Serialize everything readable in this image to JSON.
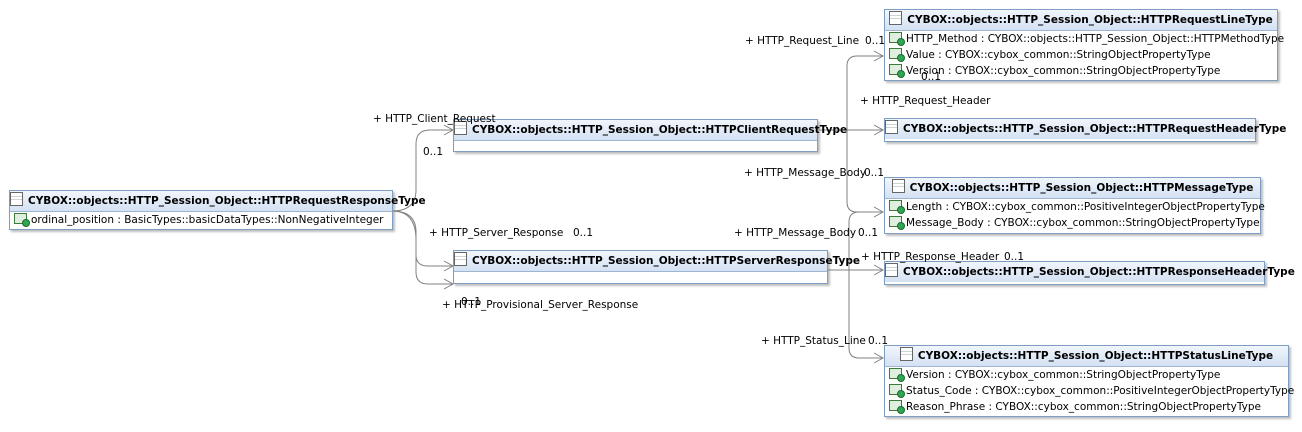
{
  "classes": {
    "request_response": {
      "name": "CYBOX::objects::HTTP_Session_Object::HTTPRequestResponseType",
      "attributes": [
        "ordinal_position : BasicTypes::basicDataTypes::NonNegativeInteger"
      ]
    },
    "client_request": {
      "name": "CYBOX::objects::HTTP_Session_Object::HTTPClientRequestType",
      "attributes": []
    },
    "server_response": {
      "name": "CYBOX::objects::HTTP_Session_Object::HTTPServerResponseType",
      "attributes": []
    },
    "request_line": {
      "name": "CYBOX::objects::HTTP_Session_Object::HTTPRequestLineType",
      "attributes": [
        "HTTP_Method : CYBOX::objects::HTTP_Session_Object::HTTPMethodType",
        "Value : CYBOX::cybox_common::StringObjectPropertyType",
        "Version : CYBOX::cybox_common::StringObjectPropertyType"
      ]
    },
    "request_header": {
      "name": "CYBOX::objects::HTTP_Session_Object::HTTPRequestHeaderType",
      "attributes": []
    },
    "message": {
      "name": "CYBOX::objects::HTTP_Session_Object::HTTPMessageType",
      "attributes": [
        "Length : CYBOX::cybox_common::PositiveIntegerObjectPropertyType",
        "Message_Body : CYBOX::cybox_common::StringObjectPropertyType"
      ]
    },
    "response_header": {
      "name": "CYBOX::objects::HTTP_Session_Object::HTTPResponseHeaderType",
      "attributes": []
    },
    "status_line": {
      "name": "CYBOX::objects::HTTP_Session_Object::HTTPStatusLineType",
      "attributes": [
        "Version : CYBOX::cybox_common::StringObjectPropertyType",
        "Status_Code : CYBOX::cybox_common::PositiveIntegerObjectPropertyType",
        "Reason_Phrase : CYBOX::cybox_common::StringObjectPropertyType"
      ]
    }
  },
  "labels": {
    "http_client_request": "+ HTTP_Client_Request",
    "client_request_mult": "0..1",
    "http_server_response": "+ HTTP_Server_Response",
    "server_response_mult": "0..1",
    "http_provisional_server_response": "+ HTTP_Provisional_Server_Response",
    "provisional_mult": "0..1",
    "http_request_line": "+ HTTP_Request_Line",
    "request_line_mult": "0..1",
    "http_request_header": "+ HTTP_Request_Header",
    "request_header_mult": "0..1",
    "http_message_body_client": "+ HTTP_Message_Body",
    "message_body_client_mult": "0..1",
    "http_message_body_server": "+ HTTP_Message_Body",
    "message_body_server_mult": "0..1",
    "http_response_header": "+ HTTP_Response_Header",
    "response_header_mult": "0..1",
    "http_status_line": "+ HTTP_Status_Line",
    "status_line_mult": "0..1"
  },
  "colors": {
    "connector": "#808080",
    "class_border": "#7e9dc2"
  }
}
